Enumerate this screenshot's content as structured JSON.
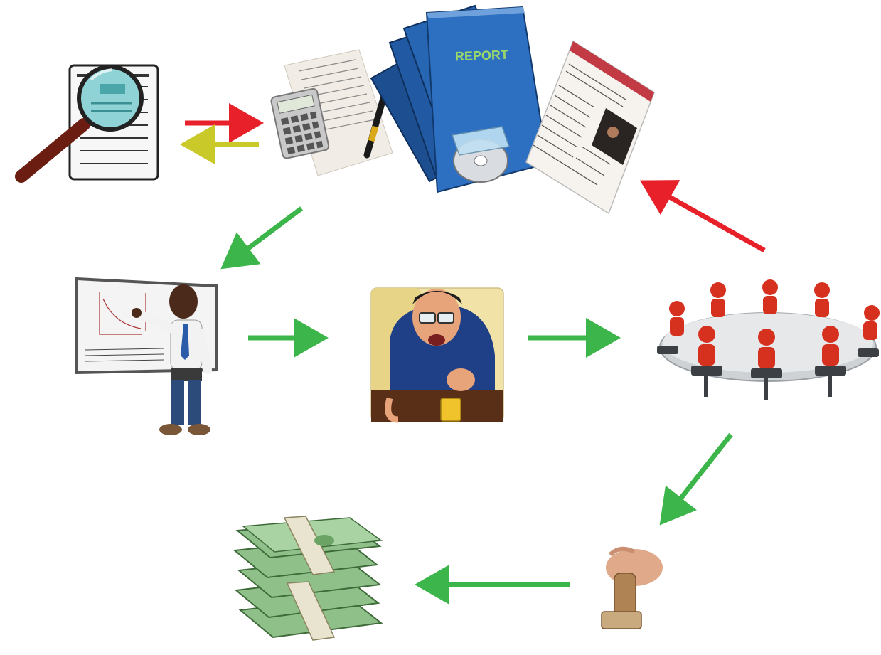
{
  "diagram": {
    "nodes": [
      {
        "id": "research",
        "icon": "magnifier-document-icon"
      },
      {
        "id": "reports",
        "icon": "reports-documents-icon",
        "book_label": "REPORT"
      },
      {
        "id": "presentation",
        "icon": "presenter-whiteboard-icon"
      },
      {
        "id": "executive",
        "icon": "angry-executive-icon"
      },
      {
        "id": "board",
        "icon": "board-meeting-icon"
      },
      {
        "id": "approval",
        "icon": "approval-stamp-icon"
      },
      {
        "id": "funding",
        "icon": "money-stack-icon"
      }
    ],
    "edges": [
      {
        "from": "research",
        "to": "reports",
        "color": "#e8202a"
      },
      {
        "from": "reports",
        "to": "research",
        "color": "#c9c92a"
      },
      {
        "from": "reports",
        "to": "presentation",
        "color": "#3cb54a"
      },
      {
        "from": "presentation",
        "to": "executive",
        "color": "#3cb54a"
      },
      {
        "from": "executive",
        "to": "board",
        "color": "#3cb54a"
      },
      {
        "from": "board",
        "to": "reports",
        "color": "#e8202a"
      },
      {
        "from": "board",
        "to": "approval",
        "color": "#3cb54a"
      },
      {
        "from": "approval",
        "to": "funding",
        "color": "#3cb54a"
      }
    ]
  }
}
